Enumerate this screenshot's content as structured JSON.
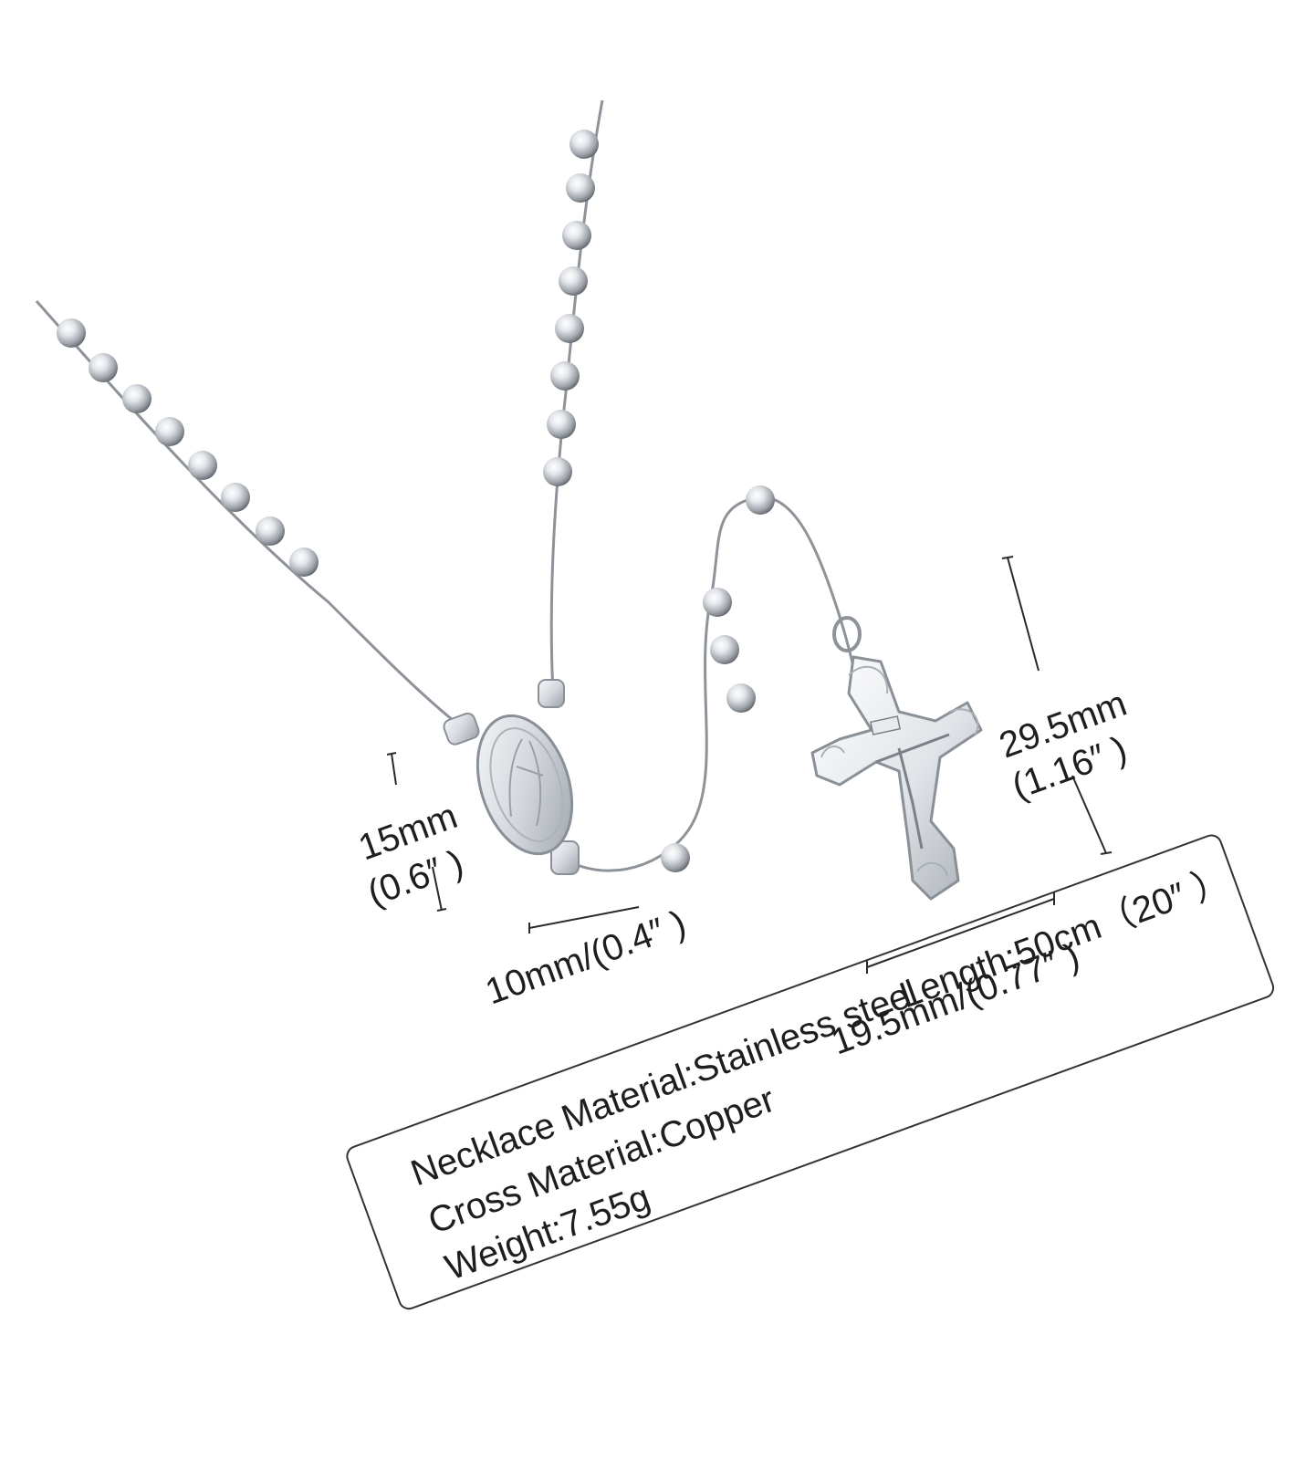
{
  "product": {
    "name": "rosary-necklace",
    "metal_color": "#c9cdd3",
    "highlight_color": "#f4f6f8",
    "shadow_color": "#7c8189"
  },
  "dimensions": {
    "medal_height": "15mm",
    "medal_height_in": "(0.6″ )",
    "bead_size": "10mm/(0.4″ )",
    "cross_height": "29.5mm",
    "cross_height_in": "(1.16″ )",
    "cross_width": "19.5mm/(0.77″ )"
  },
  "specs": {
    "necklace_material": "Necklace Material:Stainless steel",
    "length": "Length:50cm（20″ ）",
    "cross_material": "Cross Material:Copper",
    "weight": "Weight:7.55g"
  }
}
